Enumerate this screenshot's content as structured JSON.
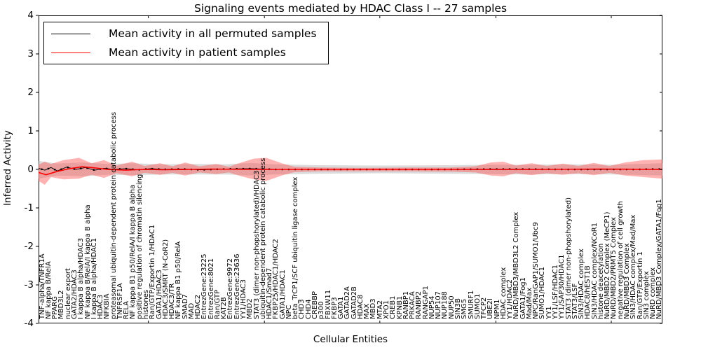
{
  "title": "Signaling events mediated by HDAC Class I -- 27 samples",
  "legend": {
    "permuted_label": "Mean activity in all permuted samples",
    "patient_label": "Mean activity in patient samples"
  },
  "axes": {
    "ylabel": "Inferred Activity",
    "xlabel": "Cellular Entities",
    "yticks": [
      4,
      3,
      2,
      1,
      0,
      -1,
      -2,
      -3,
      -4
    ],
    "ylim": [
      -4,
      4
    ]
  },
  "colors": {
    "permuted_line": "#000000",
    "patient_line": "#ff0000",
    "permuted_band": "#b0b0b0",
    "patient_band": "#ff5555",
    "axis": "#000000",
    "background": "#ffffff"
  },
  "chart_data": {
    "type": "line",
    "title": "Signaling events mediated by HDAC Class I -- 27 samples",
    "xlabel": "Cellular Entities",
    "ylabel": "Inferred Activity",
    "ylim": [
      -4,
      4
    ],
    "grid": false,
    "legend_position": "upper left",
    "xtick_positions_frac": [
      0.176,
      0.362,
      0.547,
      0.733,
      0.918
    ],
    "categories": [
      "TNF-alpha/TNFR1A",
      "NF kappa B/RelA",
      "PPARG",
      "MBD3L2",
      "nuclear export",
      "GATA2/HDAC3",
      "I kappa B alpha/HDAC3",
      "NF kappa B/RelA/I kappa B alpha",
      "I kappa B alpha/HDAC1",
      "HDAC3",
      "NFKBIA",
      "proteasomal ubiquitin-dependent protein catabolic process",
      "TNFRSF1A",
      "RELA",
      "NF kappa B1 p50/RelA/I kappa B alpha",
      "positive regulation of chromatin silencing",
      "histones",
      "Ran/GTP/Exportin 1/HDAC1",
      "GATA1/HDAC3",
      "HDAC3/SMRT (N-CoR2)",
      "HDAC3/TR",
      "NF kappa B1 p50/RelA",
      "SMAD7",
      "MAD",
      "HDAC2",
      "EntrezGene:23225",
      "EntrezGene:8021",
      "Ran/GTP",
      "KAT2B",
      "EntrezGene:9972",
      "EntrezGene:23636",
      "YY1/HDAC3",
      "MBD2",
      "STAT3 (dimer non-phopshorylated)/HDAC3",
      "ubiquitin-dependent protein catabolic process",
      "HDAC1/Smad7",
      "FKBP25/HDAC1/HDAC2",
      "GATA1/HDAC1",
      "NPC",
      "beta_TrCP1/SCF ubiquitin ligase complex",
      "CHD3",
      "CHD4",
      "CREBBP",
      "p300",
      "FBXW11",
      "FKBP3",
      "GATA1",
      "GATAD2A",
      "GATAD2B",
      "HDAC8",
      "MAX",
      "MBD3",
      "MTA2",
      "XPO1",
      "CREB1",
      "KPNB1",
      "RANBP1",
      "PRKACA",
      "RANBP2",
      "RANGAP1",
      "NUP54",
      "NUP107",
      "NUP188",
      "NUP50",
      "SIN3B",
      "SMG5",
      "SMURF1",
      "SUMO1",
      "TFCP2",
      "UBE2I",
      "NPM1",
      "HDAC complex",
      "YY1/HDAC2",
      "NuRD/MBD3/MBD3L2 Complex",
      "GATA1/Fog1",
      "Mad/Max",
      "NPC/RanGAP1/SUMO1/Ubc9",
      "SUMO1/HDAC1",
      "YY1",
      "YY1/LSF/HDAC1",
      "YY1/SAP30/HDAC1",
      "STAT3 (dimer non-phopshorylated)",
      "STAT3/LSF",
      "SIN3/HDAC complex",
      "HDAC8/hEST1B",
      "SIN3/HDAC complex/NCoR1",
      "histone deacetylation",
      "NuRD/MBD2 Complex (MeCP1)",
      "NuRD/MBD2/PRMT5 Complex",
      "negative regulation of cell growth",
      "NuRD/MBD3 Complex",
      "SIN3/HDAC complex/Mad/Max",
      "Ran/GTP/Exportin 1",
      "SIN3 complex",
      "NuRD complex",
      "NuRD/MBD3 Complex/GATA1/Fog1"
    ],
    "series": [
      {
        "name": "Mean activity in all permuted samples",
        "color": "#000000",
        "points": [
          [
            0,
            0.03
          ],
          [
            0.01,
            -0.02
          ],
          [
            0.02,
            0.05
          ],
          [
            0.03,
            -0.04
          ],
          [
            0.045,
            0.06
          ],
          [
            0.06,
            0
          ],
          [
            0.075,
            0.05
          ],
          [
            0.09,
            -0.02
          ],
          [
            0.105,
            0.03
          ],
          [
            0.12,
            0
          ],
          [
            0.14,
            0.02
          ],
          [
            0.16,
            -0.01
          ],
          [
            0.18,
            0.02
          ],
          [
            0.2,
            0
          ],
          [
            0.23,
            0.01
          ],
          [
            0.26,
            -0.01
          ],
          [
            0.3,
            0.01
          ],
          [
            0.34,
            0.02
          ],
          [
            0.38,
            0
          ],
          [
            0.45,
            0
          ],
          [
            0.55,
            0
          ],
          [
            0.65,
            0
          ],
          [
            0.75,
            0.01
          ],
          [
            0.85,
            0
          ],
          [
            0.95,
            0
          ],
          [
            1,
            0.01
          ]
        ]
      },
      {
        "name": "Mean activity in patient samples",
        "color": "#ff0000",
        "points": [
          [
            0,
            -0.08
          ],
          [
            0.012,
            -0.14
          ],
          [
            0.03,
            -0.05
          ],
          [
            0.05,
            0.02
          ],
          [
            0.07,
            0.07
          ],
          [
            0.09,
            0.04
          ],
          [
            0.11,
            0
          ],
          [
            0.14,
            -0.02
          ],
          [
            0.17,
            0
          ],
          [
            0.2,
            -0.01
          ],
          [
            0.24,
            0
          ],
          [
            0.28,
            0.01
          ],
          [
            0.33,
            0
          ],
          [
            0.4,
            0
          ],
          [
            0.5,
            0
          ],
          [
            0.6,
            0
          ],
          [
            0.7,
            0
          ],
          [
            0.8,
            0
          ],
          [
            0.9,
            0.01
          ],
          [
            1,
            0
          ]
        ]
      }
    ],
    "bands": [
      {
        "name": "permuted-std-band",
        "color": "#b0b0b0",
        "opacity": 0.45,
        "points": [
          [
            0,
            0.22,
            -0.24
          ],
          [
            0.03,
            0.15,
            -0.16
          ],
          [
            0.07,
            0.18,
            -0.18
          ],
          [
            0.11,
            0.14,
            -0.14
          ],
          [
            0.15,
            0.16,
            -0.15
          ],
          [
            0.2,
            0.13,
            -0.13
          ],
          [
            0.25,
            0.14,
            -0.13
          ],
          [
            0.3,
            0.13,
            -0.13
          ],
          [
            0.34,
            0.17,
            -0.16
          ],
          [
            0.38,
            0.13,
            -0.13
          ],
          [
            0.45,
            0.11,
            -0.11
          ],
          [
            0.55,
            0.1,
            -0.1
          ],
          [
            0.65,
            0.11,
            -0.11
          ],
          [
            0.72,
            0.12,
            -0.12
          ],
          [
            0.78,
            0.12,
            -0.13
          ],
          [
            0.85,
            0.13,
            -0.12
          ],
          [
            0.92,
            0.12,
            -0.13
          ],
          [
            1,
            0.16,
            -0.16
          ]
        ]
      },
      {
        "name": "patient-std-band",
        "color": "#ff5555",
        "opacity": 0.45,
        "points": [
          [
            0,
            0.12,
            -0.3
          ],
          [
            0.01,
            0.2,
            -0.4
          ],
          [
            0.02,
            0.14,
            -0.2
          ],
          [
            0.04,
            0.24,
            -0.26
          ],
          [
            0.065,
            0.3,
            -0.24
          ],
          [
            0.085,
            0.16,
            -0.14
          ],
          [
            0.105,
            0.24,
            -0.22
          ],
          [
            0.125,
            0.1,
            -0.1
          ],
          [
            0.15,
            0.2,
            -0.18
          ],
          [
            0.17,
            0.09,
            -0.09
          ],
          [
            0.195,
            0.16,
            -0.14
          ],
          [
            0.215,
            0.08,
            -0.09
          ],
          [
            0.235,
            0.18,
            -0.16
          ],
          [
            0.258,
            0.08,
            -0.08
          ],
          [
            0.285,
            0.14,
            -0.12
          ],
          [
            0.305,
            0.07,
            -0.08
          ],
          [
            0.325,
            0.18,
            -0.18
          ],
          [
            0.345,
            0.28,
            -0.26
          ],
          [
            0.365,
            0.3,
            -0.3
          ],
          [
            0.39,
            0.16,
            -0.16
          ],
          [
            0.41,
            0.07,
            -0.07
          ],
          [
            0.45,
            0.05,
            -0.05
          ],
          [
            0.52,
            0.04,
            -0.05
          ],
          [
            0.6,
            0.05,
            -0.05
          ],
          [
            0.66,
            0.05,
            -0.06
          ],
          [
            0.7,
            0.08,
            -0.08
          ],
          [
            0.725,
            0.18,
            -0.16
          ],
          [
            0.745,
            0.2,
            -0.18
          ],
          [
            0.765,
            0.1,
            -0.1
          ],
          [
            0.79,
            0.16,
            -0.15
          ],
          [
            0.815,
            0.09,
            -0.1
          ],
          [
            0.84,
            0.15,
            -0.14
          ],
          [
            0.865,
            0.09,
            -0.1
          ],
          [
            0.89,
            0.17,
            -0.15
          ],
          [
            0.915,
            0.09,
            -0.09
          ],
          [
            0.94,
            0.18,
            -0.16
          ],
          [
            0.97,
            0.24,
            -0.2
          ],
          [
            1,
            0.26,
            -0.24
          ]
        ]
      }
    ]
  }
}
